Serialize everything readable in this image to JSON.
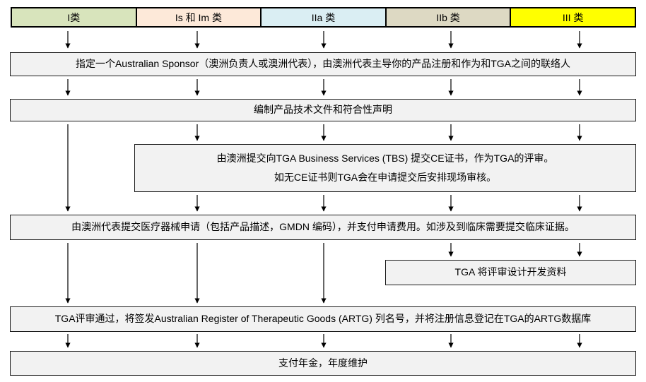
{
  "classes": [
    {
      "label": "I类",
      "color": "#d8e4bc"
    },
    {
      "label": "Is 和 Im 类",
      "color": "#fde9d9"
    },
    {
      "label": "IIa 类",
      "color": "#daeef3"
    },
    {
      "label": "IIb 类",
      "color": "#ddd9c3"
    },
    {
      "label": "III 类",
      "color": "#ffff00"
    }
  ],
  "steps": {
    "sponsor": "指定一个Australian Sponsor（澳洲负责人或澳洲代表），由澳洲代表主导你的产品注册和作为和TGA之间的联络人",
    "tech_docs": "编制产品技术文件和符合性声明",
    "tbs_line1": "由澳洲提交向TGA Business Services (TBS) 提交CE证书，作为TGA的评审。",
    "tbs_line2": "如无CE证书则TGA会在申请提交后安排现场审核。",
    "application": "由澳洲代表提交医疗器械申请（包括产品描述，GMDN 编码），并支付申请费用。如涉及到临床需要提交临床证据。",
    "design_review": "TGA 将评审设计开发资料",
    "artg": "TGA评审通过，将签发Australian Register of Therapeutic Goods (ARTG) 列名号，并将注册信息登记在TGA的ARTG数据库",
    "annual_fee": "支付年金，年度维护"
  },
  "colors": {
    "box_fill": "#f2f2f2",
    "border": "#000000",
    "arrow": "#000000",
    "background": "#ffffff"
  }
}
